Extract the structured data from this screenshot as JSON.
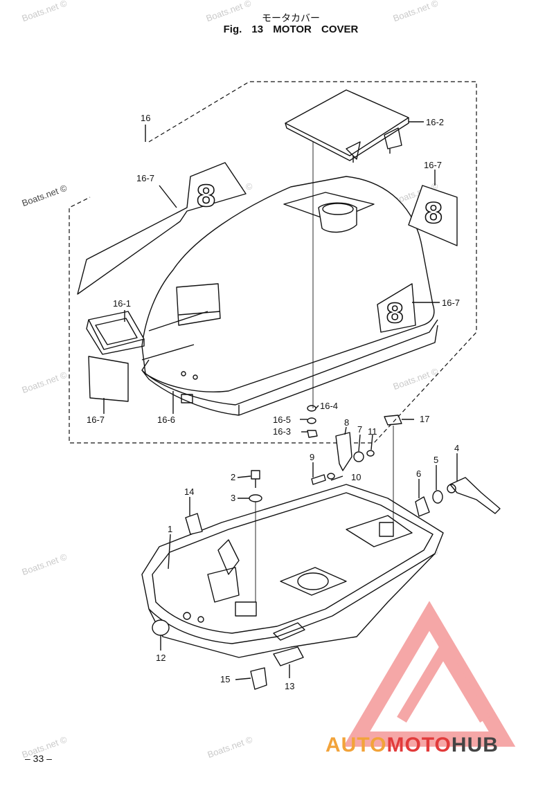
{
  "header": {
    "title_jp": "モータカバー",
    "fig": "Fig. 13",
    "title_en": "MOTOR COVER"
  },
  "page_number": "– 33 –",
  "watermark": "Boats.net ©",
  "brand": {
    "part1": "AUTO",
    "part2": "MOTO",
    "part3": "HUB",
    "colors": {
      "auto": "#f2a33a",
      "moto": "#e23b3b",
      "hub": "#444444",
      "triangle": "#f28a8a"
    }
  },
  "callouts": {
    "c16": "16",
    "c16_2": "16-2",
    "c16_7a": "16-7",
    "c16_7b": "16-7",
    "c16_7c": "16-7",
    "c16_7d": "16-7",
    "c16_1": "16-1",
    "c16_6": "16-6",
    "c16_4": "16-4",
    "c16_5": "16-5",
    "c16_3": "16-3",
    "c17": "17",
    "c8": "8",
    "c7": "7",
    "c11": "11",
    "c9": "9",
    "c10": "10",
    "c4": "4",
    "c5": "5",
    "c6": "6",
    "c2": "2",
    "c3": "3",
    "c14": "14",
    "c1": "1",
    "c12": "12",
    "c15": "15",
    "c13": "13"
  },
  "decal_text": "8"
}
